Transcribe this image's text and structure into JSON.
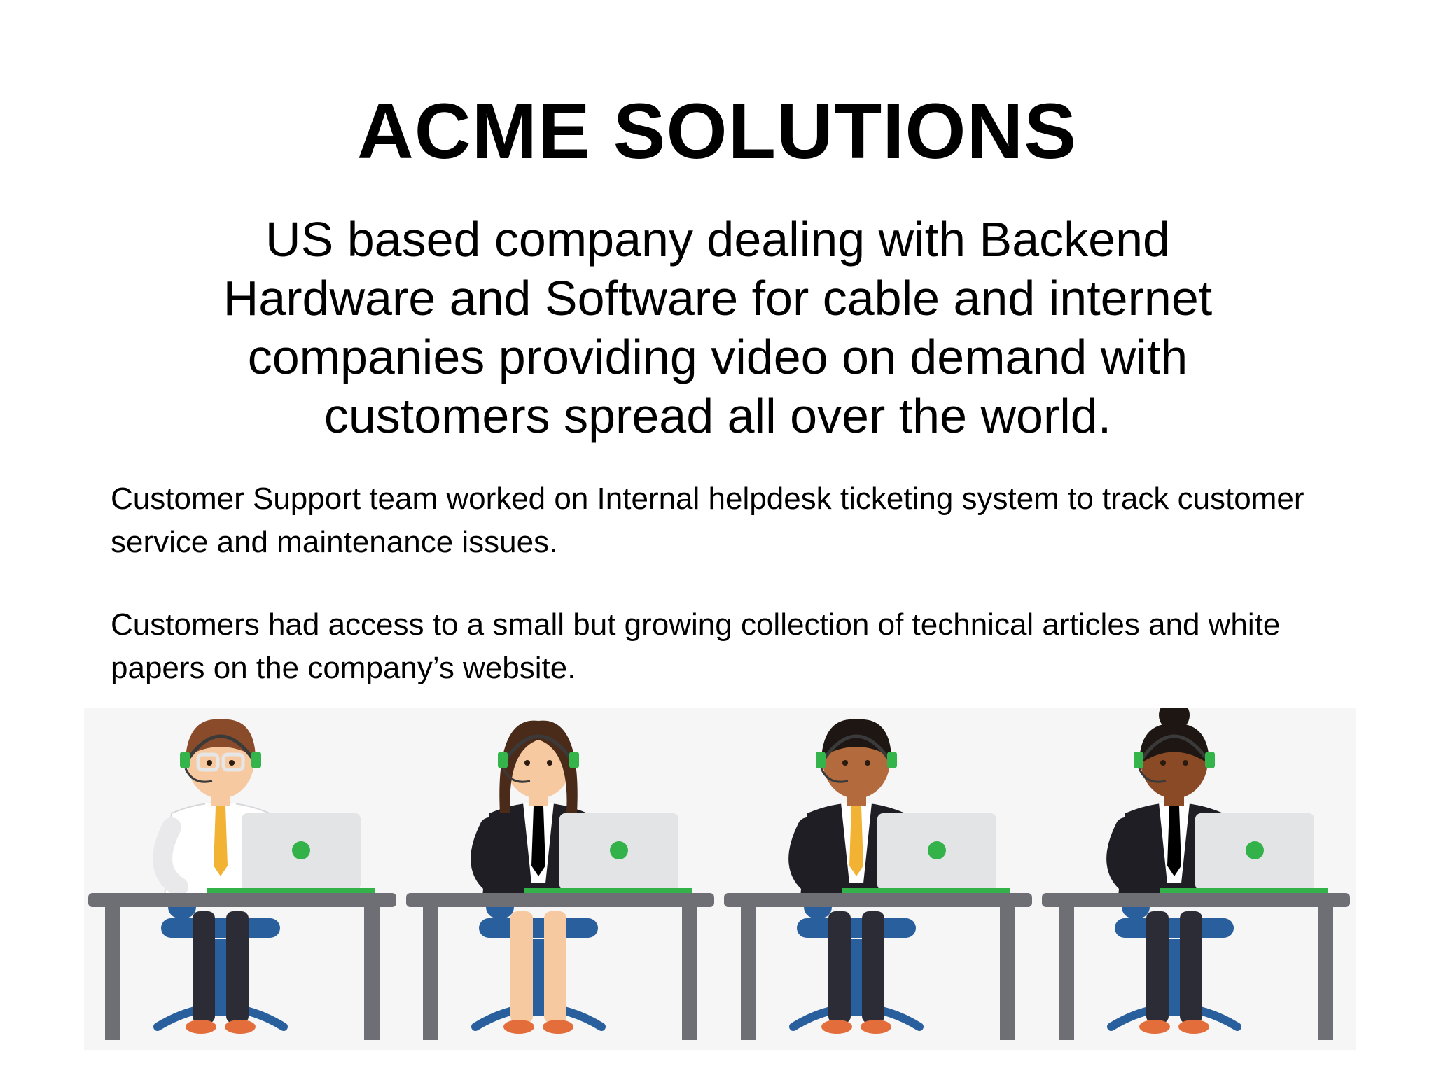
{
  "slide": {
    "title": "ACME SOLUTIONS",
    "subtitle": "US based company dealing with Backend Hardware and Software for cable and internet companies providing video on demand with customers spread all over the world.",
    "paragraphs": [
      "Customer Support team worked on Internal helpdesk ticketing system to track customer service and maintenance issues.",
      "Customers had access to a small but growing collection of technical articles and white papers on the company’s website."
    ]
  },
  "illustration": {
    "subject": "customer-support-agents",
    "agents": [
      {
        "tie_color": "#f2b233",
        "shirt_color": "#ffffff",
        "suit_color": "#ffffff",
        "skin_color": "#f6c9a1",
        "hair_color": "#8a4b2a"
      },
      {
        "tie_color": "#000000",
        "shirt_color": "#ffffff",
        "suit_color": "#1e1e24",
        "skin_color": "#f6c9a1",
        "hair_color": "#4a2b1a"
      },
      {
        "tie_color": "#f2b233",
        "shirt_color": "#ffffff",
        "suit_color": "#1e1e24",
        "skin_color": "#b36a3c",
        "hair_color": "#1e1612"
      },
      {
        "tie_color": "#000000",
        "shirt_color": "#ffffff",
        "suit_color": "#1e1e24",
        "skin_color": "#8a4a25",
        "hair_color": "#1e1612"
      }
    ],
    "colors": {
      "desk": "#6e6e75",
      "chair": "#2a5f9e",
      "laptop": "#e3e4e6",
      "laptop_dot": "#33b249",
      "headset": "#34b44a",
      "pants": "#2c2c36",
      "shoes": "#e36e3b"
    }
  }
}
